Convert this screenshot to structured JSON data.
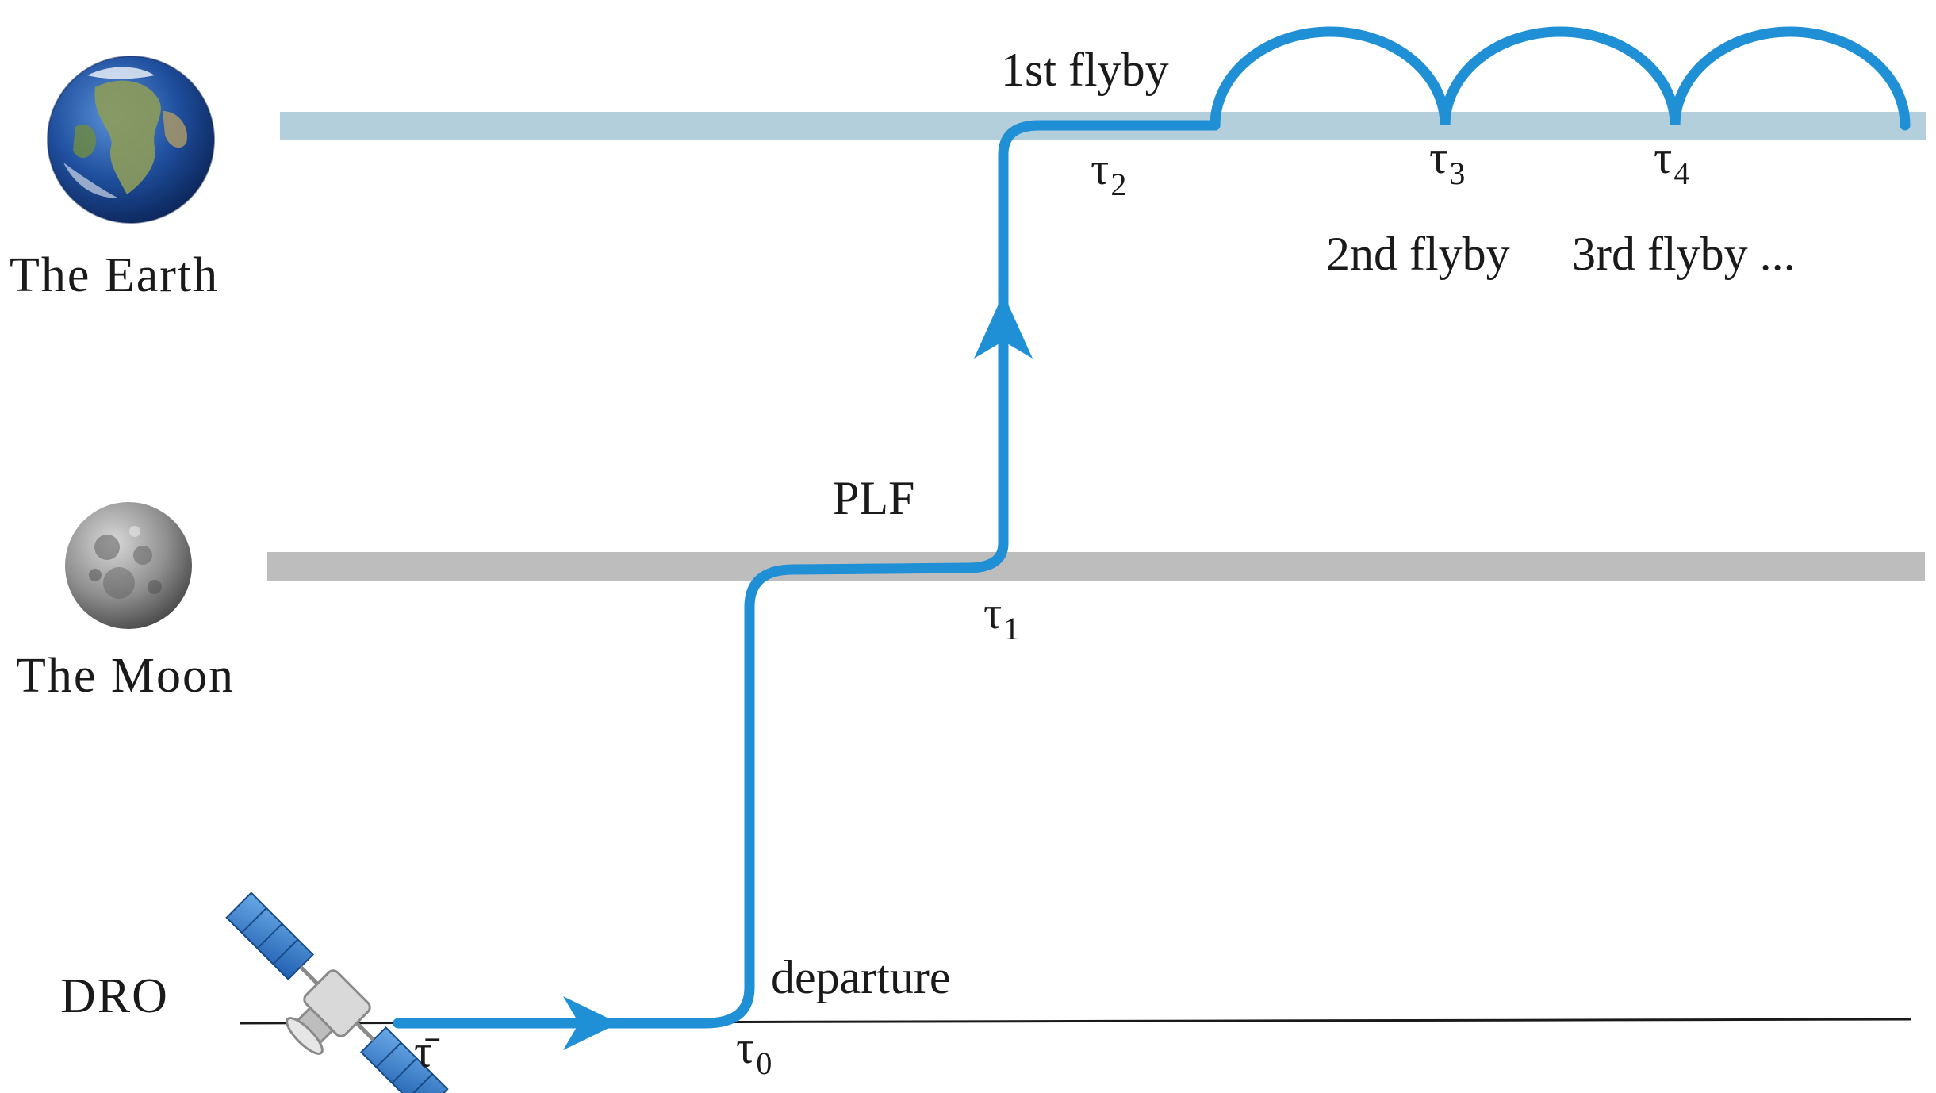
{
  "labels": {
    "earth": "The Earth",
    "moon": "The Moon",
    "dro": "DRO",
    "plf": "PLF",
    "departure": "departure",
    "flyby1": "1st flyby",
    "flyby2": "2nd flyby",
    "flyby3": "3rd flyby ..."
  },
  "times": {
    "tau_bar": "τ̄",
    "tau0": {
      "symbol": "τ",
      "sub": "0"
    },
    "tau1": {
      "symbol": "τ",
      "sub": "1"
    },
    "tau2": {
      "symbol": "τ",
      "sub": "2"
    },
    "tau3": {
      "symbol": "τ",
      "sub": "3"
    },
    "tau4": {
      "symbol": "τ",
      "sub": "4"
    }
  },
  "colors": {
    "trajectory": "#1f8fd6",
    "earth_band": "#b4cfdc",
    "moon_band": "#bdbdbd",
    "dro_line": "#1a1a1a"
  },
  "icons": [
    "earth-icon",
    "moon-icon",
    "satellite-icon"
  ]
}
